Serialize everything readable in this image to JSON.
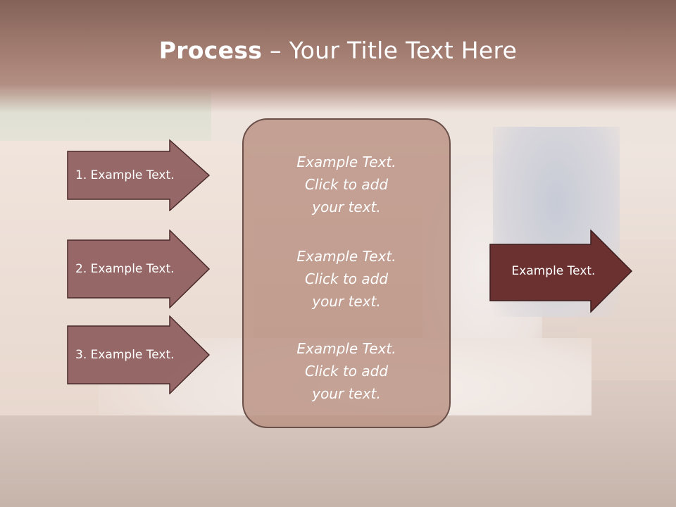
{
  "title": {
    "bold": "Process",
    "rest": " – Your Title Text Here"
  },
  "left_arrows": [
    {
      "label": "1. Example Text."
    },
    {
      "label": "2. Example Text."
    },
    {
      "label": "3. Example Text."
    }
  ],
  "center_blocks": [
    {
      "line1": "Example Text.",
      "line2": "Click  to add",
      "line3": "your text."
    },
    {
      "line1": "Example Text.",
      "line2": "Click  to add",
      "line3": "your text."
    },
    {
      "line1": "Example Text.",
      "line2": "Click  to add",
      "line3": "your text."
    }
  ],
  "right_arrow": {
    "label": "Example Text."
  },
  "colors": {
    "left_arrow_fill": "#8c5a5a",
    "right_arrow_fill": "#6b3131",
    "arrow_stroke": "#4a2a2a",
    "box_fill": "#ba9183",
    "title_band": "#a98276"
  }
}
